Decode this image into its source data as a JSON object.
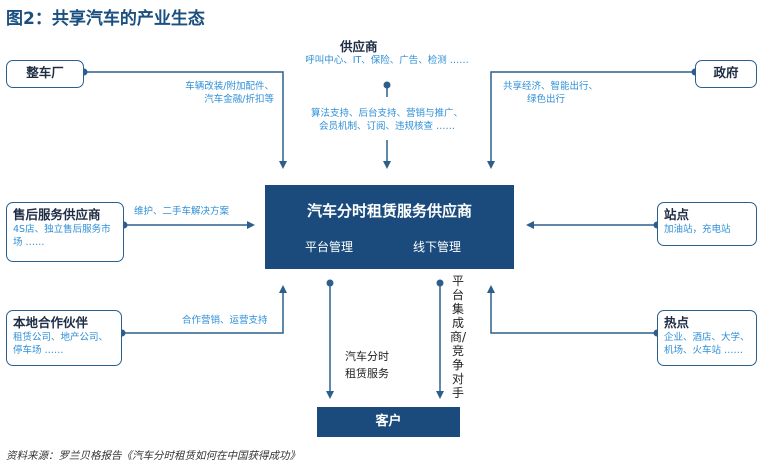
{
  "title": "图2：共享汽车的产业生态",
  "center": {
    "title": "汽车分时租赁服务供应商",
    "left": "平台管理",
    "right": "线下管理"
  },
  "customer": "客户",
  "supplier": {
    "title": "供应商",
    "desc": "呼叫中心、IT、保险、广告、检测 ……",
    "arrow_label_1": "算法支持、后台支持、营销与推广、",
    "arrow_label_2": "会员机制、订阅、违规核查 ……"
  },
  "oem": {
    "title": "整车厂",
    "arrow_label_1": "车辆改装/附加配件、",
    "arrow_label_2": "汽车金融/折扣等"
  },
  "government": {
    "title": "政府",
    "arrow_label_1": "共享经济、智能出行、",
    "arrow_label_2": "绿色出行"
  },
  "aftersales": {
    "title": "售后服务供应商",
    "desc_1": "4S店、独立售后服务市",
    "desc_2": "场 ……",
    "arrow_label": "维护、二手车解决方案"
  },
  "station": {
    "title": "站点",
    "desc": "加油站，充电站"
  },
  "partner": {
    "title": "本地合作伙伴",
    "desc_1": "租赁公司、地产公司、",
    "desc_2": "停车场 ……",
    "arrow_label": "合作营销、运营支持"
  },
  "hotspot": {
    "title": "热点",
    "desc_1": "企业、酒店、大学、",
    "desc_2": "机场、火车站 ……"
  },
  "service_label_1": "汽车分时",
  "service_label_2": "租赁服务",
  "platform_label": "平台集成商/竞争对手",
  "footer": "资料来源：罗兰贝格报告《汽车分时租赁如何在中国获得成功》",
  "colors": {
    "navy": "#1a4b7c",
    "blue_text": "#2f8fd6",
    "line": "#2c5f8c"
  }
}
